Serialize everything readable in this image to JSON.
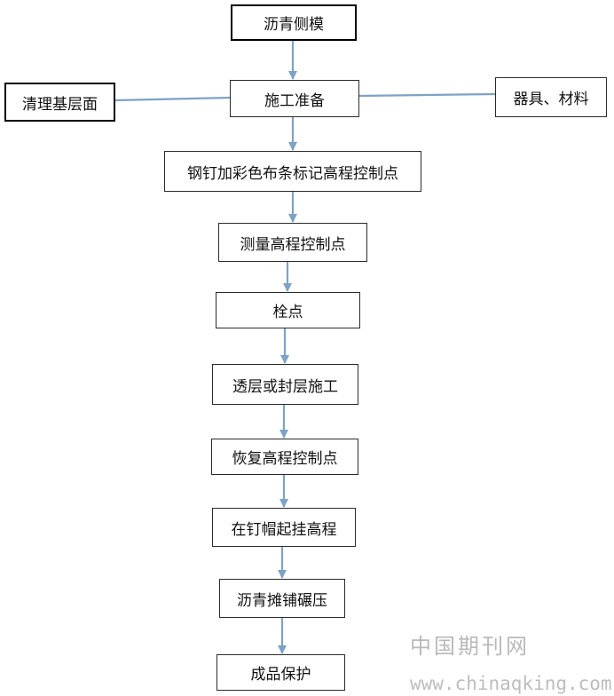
{
  "diagram": {
    "nodes": {
      "asphalt_side_form": "沥青侧模",
      "clean_base_surface": "清理基层面",
      "construction_prep": "施工准备",
      "equipment_materials": "器具、材料",
      "nail_marking": "钢钉加彩色布条标记高程控制点",
      "measure_elevation": "测量高程控制点",
      "stake_points": "栓点",
      "prime_seal_coat": "透层或封层施工",
      "restore_elevation": "恢复高程控制点",
      "hang_line_on_nail": "在钉帽起挂高程",
      "paving_rolling": "沥青摊铺碾压",
      "product_protection": "成品保护"
    },
    "edges": [
      [
        "asphalt_side_form",
        "construction_prep"
      ],
      [
        "construction_prep",
        "nail_marking"
      ],
      [
        "nail_marking",
        "measure_elevation"
      ],
      [
        "measure_elevation",
        "stake_points"
      ],
      [
        "stake_points",
        "prime_seal_coat"
      ],
      [
        "prime_seal_coat",
        "restore_elevation"
      ],
      [
        "restore_elevation",
        "hang_line_on_nail"
      ],
      [
        "hang_line_on_nail",
        "paving_rolling"
      ],
      [
        "paving_rolling",
        "product_protection"
      ]
    ],
    "side_links": [
      [
        "clean_base_surface",
        "construction_prep"
      ],
      [
        "construction_prep",
        "equipment_materials"
      ]
    ],
    "arrow_color": "#7da2c7"
  },
  "watermark": {
    "name": "中国期刊网",
    "url": "www.chinaqking.com"
  }
}
